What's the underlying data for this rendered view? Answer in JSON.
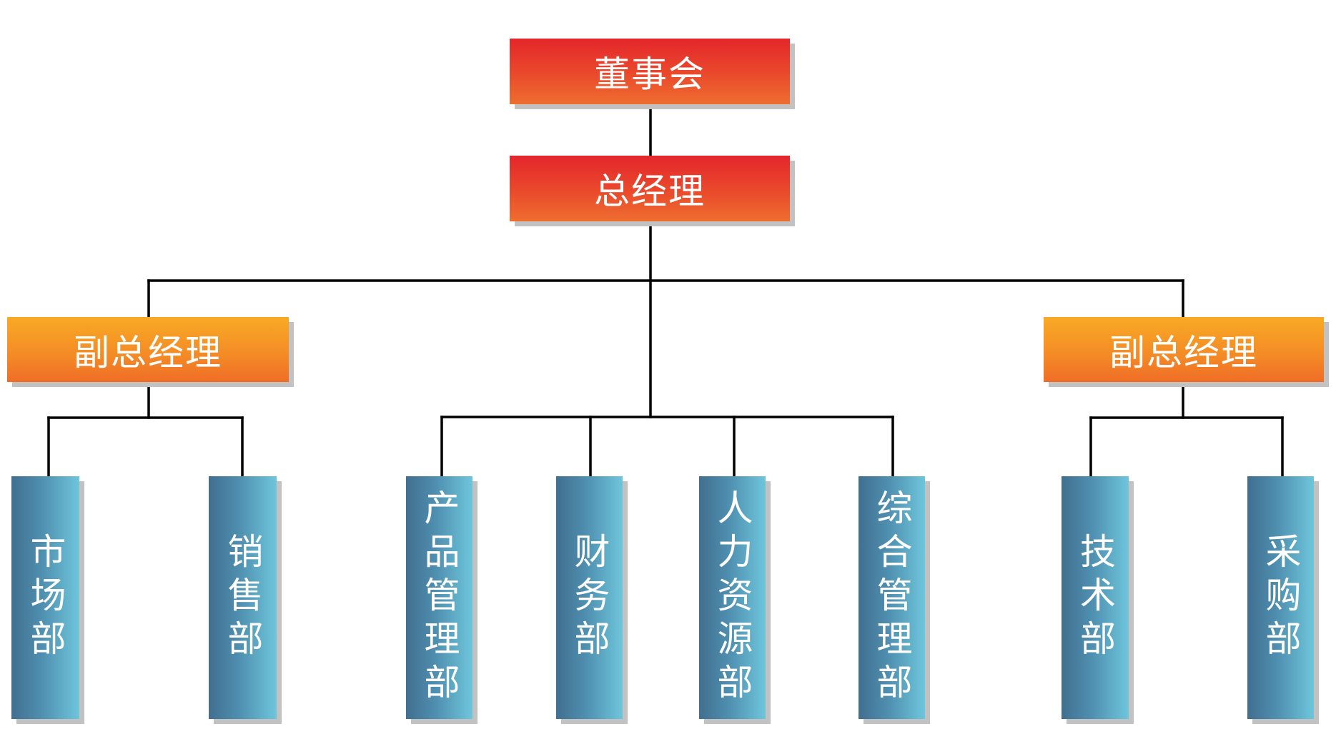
{
  "board": "董事会",
  "general_manager": "总经理",
  "vice_managers": [
    "副总经理",
    "副总经理"
  ],
  "departments": [
    "市场部",
    "销售部",
    "产品管理部",
    "财务部",
    "人力资源部",
    "综合管理部",
    "技术部",
    "采购部"
  ],
  "colors": {
    "top_level_red": "#e4262b",
    "vice_orange": "#f48a26",
    "department_blue": "#4f8fb0",
    "connector": "#000000",
    "shadow": "#c2c2c2"
  }
}
